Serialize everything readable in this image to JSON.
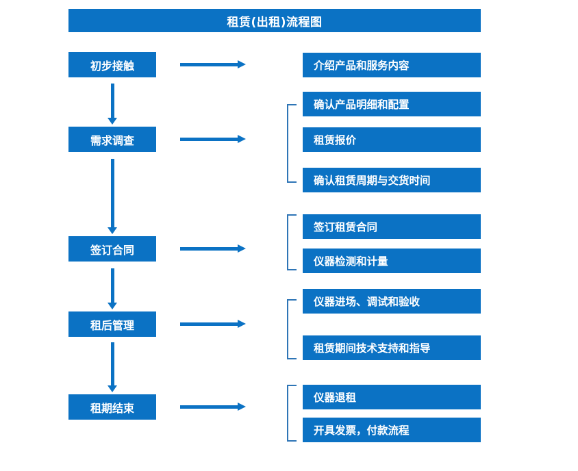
{
  "title": "租赁(出租)流程图",
  "accent_color": "#0B72C4",
  "bracket_color": "#2E75B6",
  "text_color": "#FFFFFF",
  "stages": [
    {
      "key": "initial-contact",
      "label": "初步接触",
      "arrow": "right-arrow",
      "details": [
        "介绍产品和服务内容"
      ],
      "bracketed": false
    },
    {
      "key": "demand-survey",
      "label": "需求调查",
      "arrow": "right-arrow",
      "details": [
        "确认产品明细和配置",
        "租赁报价",
        "确认租赁周期与交货时间"
      ],
      "bracketed": true
    },
    {
      "key": "sign-contract",
      "label": "签订合同",
      "arrow": "right-arrow",
      "details": [
        "签订租赁合同",
        "仪器检测和计量"
      ],
      "bracketed": true
    },
    {
      "key": "post-lease-management",
      "label": "租后管理",
      "arrow": "right-arrow",
      "details": [
        "仪器进场、调试和验收",
        "租赁期间技术支持和指导"
      ],
      "bracketed": true
    },
    {
      "key": "lease-end",
      "label": "租期结束",
      "arrow": "right-arrow",
      "details": [
        "仪器退租",
        "开具发票，付款流程"
      ],
      "bracketed": true
    }
  ],
  "detail_boxes": [
    "介绍产品和服务内容",
    "确认产品明细和配置",
    "租赁报价",
    "确认租赁周期与交货时间",
    "签订租赁合同",
    "仪器检测和计量",
    "仪器进场、调试和验收",
    "租赁期间技术支持和指导",
    "仪器退租",
    "开具发票，付款流程"
  ],
  "flow_connectors": {
    "down_arrow_count": 4,
    "right_arrow_count": 5
  }
}
